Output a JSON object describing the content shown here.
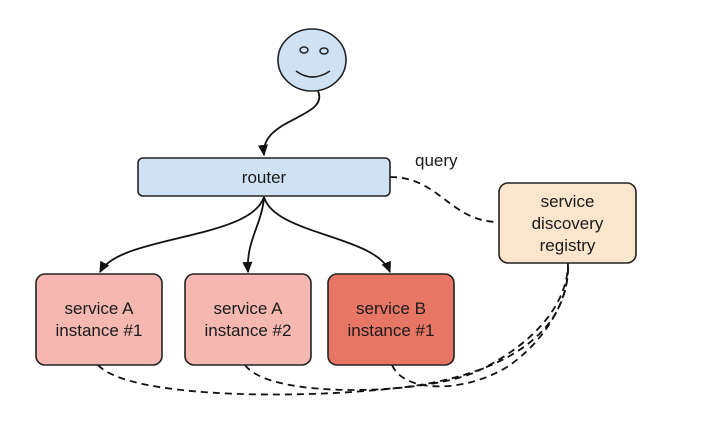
{
  "nodes": {
    "router": {
      "label": "router",
      "fill": "#cfe2f3"
    },
    "registry": {
      "lines": [
        "service",
        "discovery",
        "registry"
      ],
      "fill": "#fce5cd"
    },
    "service_a1": {
      "lines": [
        "service A",
        "instance #1"
      ],
      "fill": "#f4b8b0"
    },
    "service_a2": {
      "lines": [
        "service A",
        "instance #2"
      ],
      "fill": "#f4b8b0"
    },
    "service_b1": {
      "lines": [
        "service B",
        "instance #1"
      ],
      "fill": "#e87664"
    }
  },
  "edges": {
    "query_label": "query"
  },
  "user": {
    "icon": "smiley-face-icon",
    "fill": "#cfe2f3"
  }
}
